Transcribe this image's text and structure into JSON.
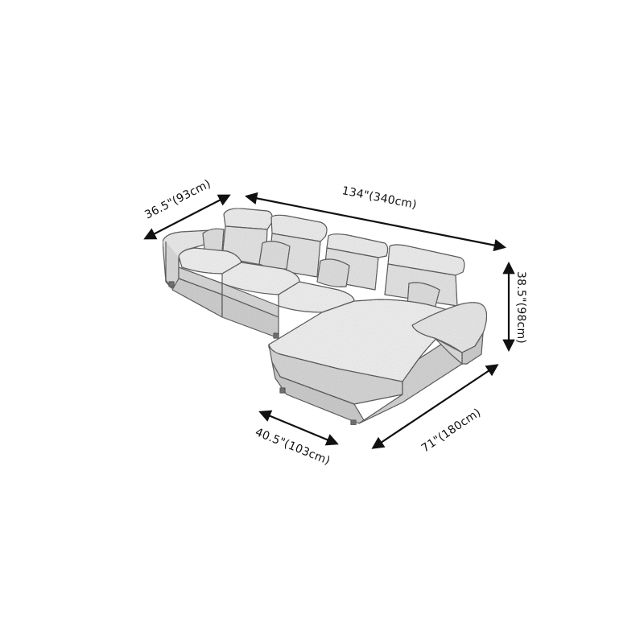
{
  "diagram": {
    "subject": "L-shaped sectional sofa with right-facing chaise",
    "view": "isometric line sketch",
    "colors": {
      "background": "#ffffff",
      "line": "#111111",
      "upholstery_fill": "#ececec",
      "upholstery_shadow": "#bdbdbd",
      "upholstery_dark": "#8a8a8a"
    },
    "dimensions": {
      "depth": {
        "label": "36.5\"(93cm)",
        "inches": 36.5,
        "cm": 93
      },
      "total_length": {
        "label": "134\"(340cm)",
        "inches": 134,
        "cm": 340
      },
      "height": {
        "label": "38.5\"(98cm)",
        "inches": 38.5,
        "cm": 98
      },
      "chaise_width": {
        "label": "40.5\"(103cm)",
        "inches": 40.5,
        "cm": 103
      },
      "chaise_length": {
        "label": "71\"(180cm)",
        "inches": 71,
        "cm": 180
      }
    },
    "components": {
      "seat_cushions": 3,
      "headrests": 4,
      "throw_pillows": 4,
      "chaise": 1,
      "armrests": 2
    }
  }
}
